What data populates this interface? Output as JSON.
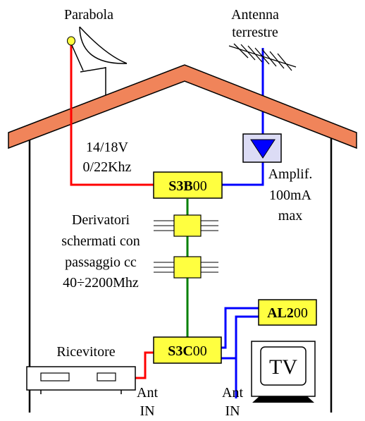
{
  "colors": {
    "roof": "#f0845a",
    "coax_red": "#ff0000",
    "coax_blue": "#0000ff",
    "coax_green": "#008000",
    "module_fill": "#ffff40",
    "amp_fill": "#dcdcf5"
  },
  "labels": {
    "dish": "Parabola",
    "antenna_line1": "Antenna",
    "antenna_line2": "terrestre",
    "lnb_power_line1": "14/18V",
    "lnb_power_line2": "0/22Khz",
    "amp_line1": "Amplif.",
    "amp_line2": "100mA",
    "amp_line3": "max",
    "taps_line1": "Derivatori",
    "taps_line2": "schermati con",
    "taps_line3": "passaggio cc",
    "taps_line4": "40÷2200Mhz",
    "receiver": "Ricevitore",
    "ant_in_1_line1": "Ant",
    "ant_in_1_line2": "IN",
    "ant_in_2_line1": "Ant",
    "ant_in_2_line2": "IN",
    "tv": "TV"
  },
  "modules": {
    "s3b": {
      "bold": "S3B",
      "rest": "00"
    },
    "s3c": {
      "bold": "S3C",
      "rest": "00"
    },
    "al2": {
      "bold": "AL2",
      "rest": "00"
    }
  },
  "icons": {
    "dish": "satellite-dish-icon",
    "antenna": "yagi-antenna-icon",
    "amplifier": "amplifier-triangle-icon",
    "receiver": "receiver-icon",
    "tv": "tv-icon"
  }
}
